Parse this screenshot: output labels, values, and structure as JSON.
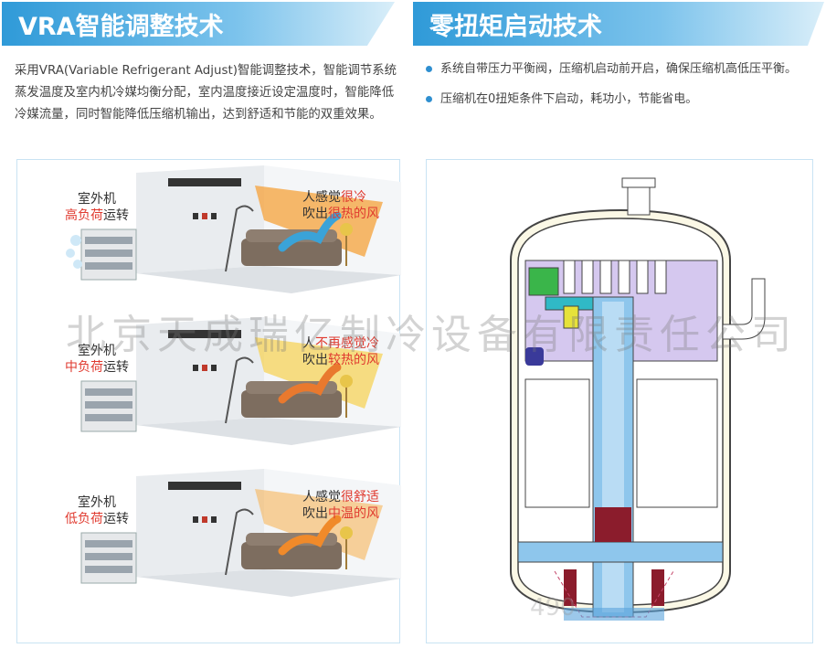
{
  "left": {
    "title": "VRA智能调整技术",
    "description": "采用VRA(Variable Refrigerant Adjust)智能调整技术，智能调节系统蒸发温度及室内机冷媒均衡分配，室内温度接近设定温度时，智能降低冷媒流量，同时智能降低压缩机输出，达到舒适和节能的双重效果。",
    "scenes": [
      {
        "outdoor_line1": "室外机",
        "outdoor_load": "高负荷",
        "outdoor_suffix": "运转",
        "feel_prefix": "人感觉",
        "feel_hl": "很冷",
        "blow_prefix": "吹出",
        "blow_hl": "很热的风"
      },
      {
        "outdoor_line1": "室外机",
        "outdoor_load": "中负荷",
        "outdoor_suffix": "运转",
        "feel_prefix": "人",
        "feel_hl": "不再感觉冷",
        "blow_prefix": "吹出",
        "blow_hl": "较热的风"
      },
      {
        "outdoor_line1": "室外机",
        "outdoor_load": "低负荷",
        "outdoor_suffix": "运转",
        "feel_prefix": "人感觉",
        "feel_hl": "很舒适",
        "blow_prefix": "吹出",
        "blow_hl": "中温的风"
      }
    ]
  },
  "right": {
    "title": "零扭矩启动技术",
    "bullets": [
      "系统自带压力平衡阀，压缩机启动前开启，确保压缩机高低压平衡。",
      "压缩机在0扭矩条件下启动，耗功小，节能省电。"
    ]
  },
  "watermark": "北京天成瑞亿制冷设备有限责任公司",
  "watermark_bottom": "490",
  "colors": {
    "banner": "#2f9ad8",
    "accent_red": "#e03a2f",
    "bullet": "#2f8fd0"
  }
}
